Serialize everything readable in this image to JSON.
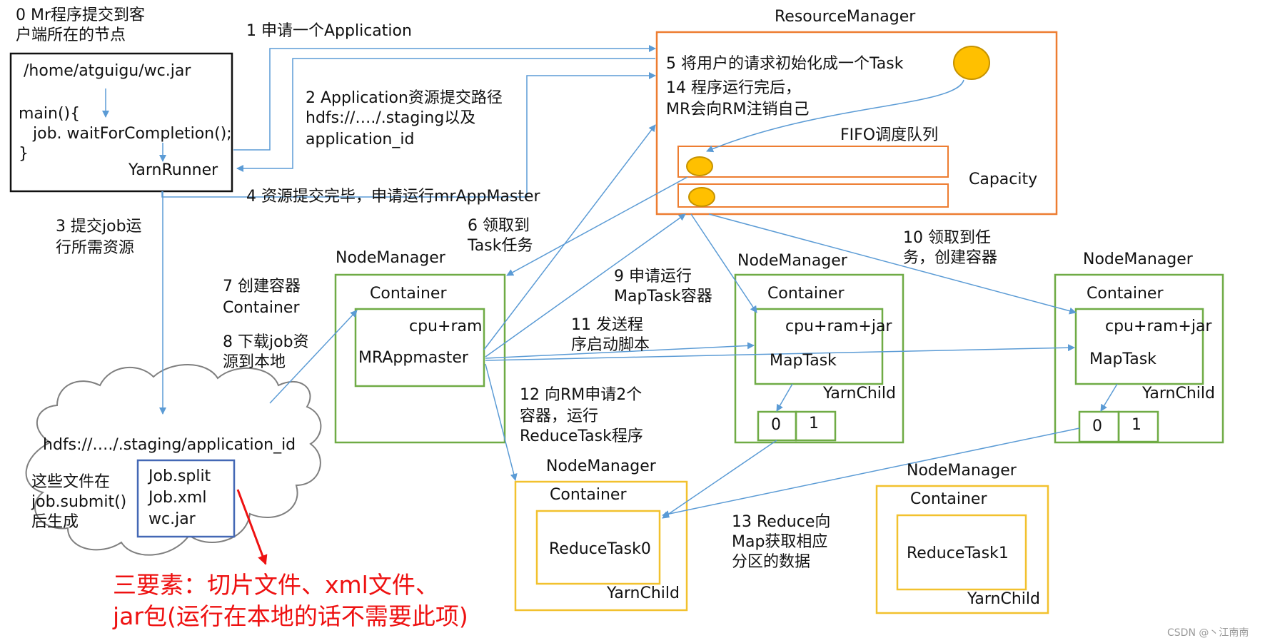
{
  "step0": [
    "0 Mr程序提交到客",
    "户端所在的节点"
  ],
  "client": {
    "path": "/home/atguigu/wc.jar",
    "code": [
      "main(){",
      "job. waitForCompletion();",
      "}"
    ],
    "runner": "YarnRunner"
  },
  "step1": "1 申请一个Application",
  "step2": [
    "2 Application资源提交路径",
    "hdfs://…./.staging以及",
    "application_id"
  ],
  "step3": [
    "3 提交job运",
    "行所需资源"
  ],
  "step4": "4 资源提交完毕，申请运行mrAppMaster",
  "rm": {
    "title": "ResourceManager",
    "step5": "5 将用户的请求初始化成一个Task",
    "step14": [
      "14 程序运行完后，",
      "MR会向RM注销自己"
    ],
    "fifo": "FIFO调度队列",
    "capacity": "Capacity"
  },
  "step6": [
    "6 领取到",
    "Task任务"
  ],
  "step7": [
    "7 创建容器",
    "Container"
  ],
  "step8": [
    "8 下载job资",
    "源到本地"
  ],
  "step9": [
    "9 申请运行",
    "MapTask容器"
  ],
  "step10": [
    "10 领取到任",
    "务，创建容器"
  ],
  "step11": [
    "11 发送程",
    "序启动脚本"
  ],
  "step12": [
    "12 向RM申请2个",
    "容器，运行",
    "ReduceTask程序"
  ],
  "step13": [
    "13 Reduce向",
    "Map获取相应",
    "分区的数据"
  ],
  "nm_label": "NodeManager",
  "container_label": "Container",
  "nm1": {
    "res": "cpu+ram",
    "task": "MRAppmaster"
  },
  "nm2": {
    "res": "cpu+ram+jar",
    "task": "MapTask",
    "child": "YarnChild",
    "parts": [
      "0",
      "1"
    ]
  },
  "nm3": {
    "res": "cpu+ram+jar",
    "task": "MapTask",
    "child": "YarnChild",
    "parts": [
      "0",
      "1"
    ]
  },
  "nm4": {
    "task": "ReduceTask0",
    "child": "YarnChild"
  },
  "nm5": {
    "task": "ReduceTask1",
    "child": "YarnChild"
  },
  "hdfs": {
    "path": "hdfs://…./.staging/application_id",
    "note": [
      "这些文件在",
      "job.submit()",
      "后生成"
    ],
    "files": [
      "Job.split",
      "Job.xml",
      "wc.jar"
    ]
  },
  "annotation": [
    "三要素：切片文件、xml文件、",
    "jar包(运行在本地的话不需要此项)"
  ],
  "watermark": "CSDN @丶江南南",
  "colors": {
    "green": "#6fab45",
    "orange": "#ed7d31",
    "gold": "#f2c12e",
    "blue_box": "#4468b5",
    "arrow": "#5b9bd5",
    "red": "#ee1111",
    "token_fill": "#ffc000",
    "token_stroke": "#c59200"
  }
}
